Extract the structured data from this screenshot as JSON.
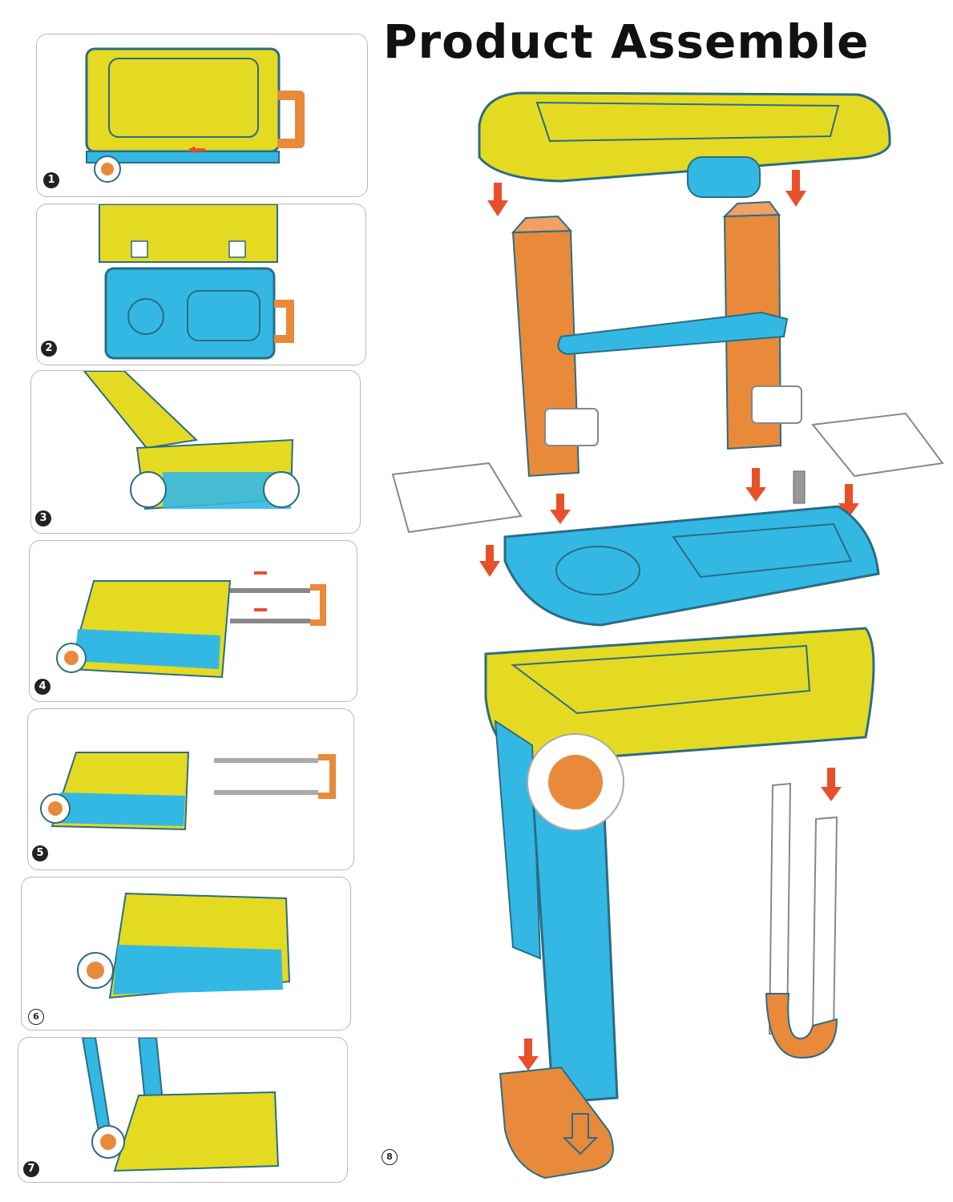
{
  "title": "Product Assemble",
  "steps": [
    {
      "number": "1"
    },
    {
      "number": "2"
    },
    {
      "number": "3"
    },
    {
      "number": "4"
    },
    {
      "number": "5"
    },
    {
      "number": "6"
    },
    {
      "number": "7"
    },
    {
      "number": "8"
    }
  ],
  "colors": {
    "yellow": "#e4da22",
    "blue": "#33b8e4",
    "orange": "#e88a3a",
    "arrow": "#e8502a",
    "outline": "#2a6c86"
  }
}
